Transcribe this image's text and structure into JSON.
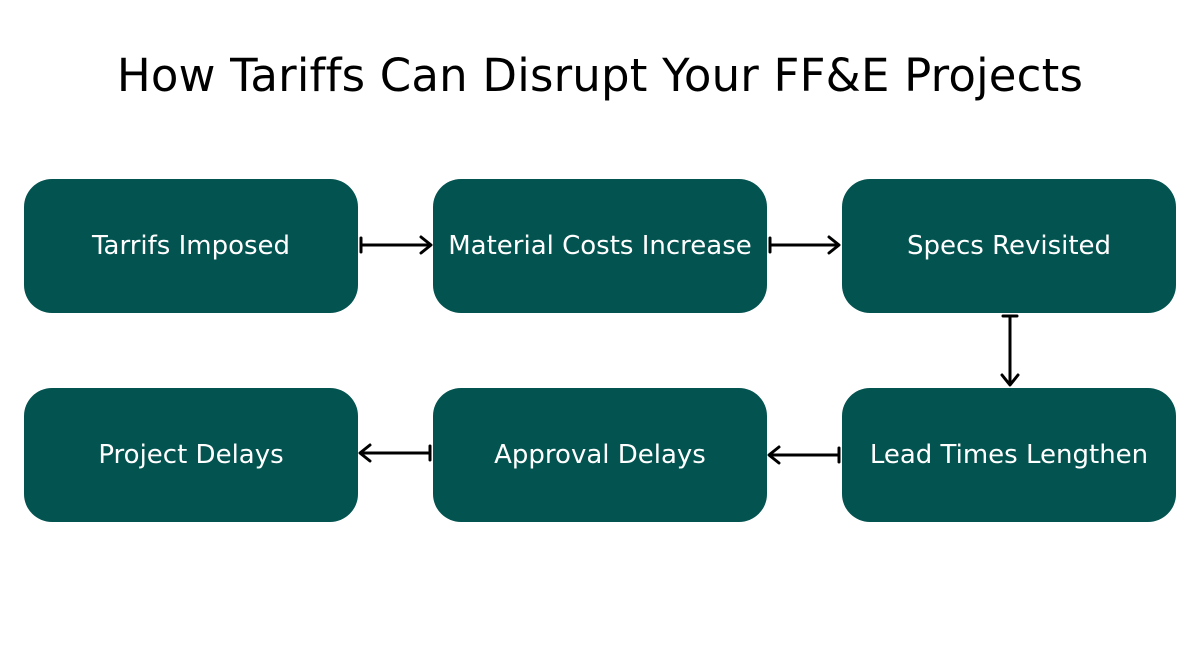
{
  "title": "How Tariffs Can Disrupt Your FF&E Projects",
  "colors": {
    "box_fill": "#035350",
    "box_text": "#ffffff",
    "arrow": "#000000",
    "title_text": "#000000"
  },
  "steps": [
    {
      "label": "Tarrifs Imposed"
    },
    {
      "label": "Material Costs Increase"
    },
    {
      "label": "Specs Revisited"
    },
    {
      "label": "Lead Times Lengthen"
    },
    {
      "label": "Approval Delays"
    },
    {
      "label": "Project Delays"
    }
  ],
  "connections": [
    {
      "from": "Tarrifs Imposed",
      "to": "Material Costs Increase"
    },
    {
      "from": "Material Costs Increase",
      "to": "Specs Revisited"
    },
    {
      "from": "Specs Revisited",
      "to": "Lead Times Lengthen"
    },
    {
      "from": "Lead Times Lengthen",
      "to": "Approval Delays"
    },
    {
      "from": "Approval Delays",
      "to": "Project Delays"
    }
  ]
}
